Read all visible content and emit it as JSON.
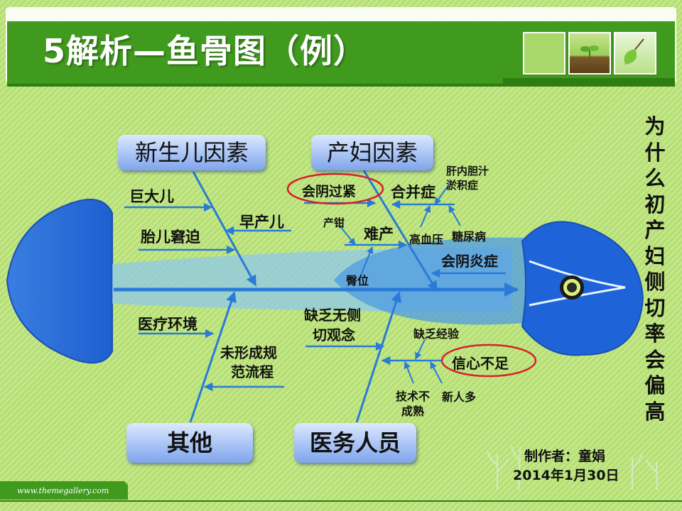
{
  "slide": {
    "title": "5解析—鱼骨图（例）",
    "url": "www.themegallery.com",
    "credit_author": "制作者：童娟",
    "credit_date": "2014年1月30日"
  },
  "side_title": [
    "为",
    "什",
    "么",
    "初",
    "产",
    "妇",
    "侧",
    "切",
    "率",
    "会",
    "偏",
    "高"
  ],
  "categories": {
    "top_left": "新生儿因素",
    "top_right": "产妇因素",
    "bottom_left": "其他",
    "bottom_right": "医务人员"
  },
  "causes": {
    "giant_baby": "巨大儿",
    "fetal_distress": "胎儿窘迫",
    "premature": "早产儿",
    "perineum_tight": "会阴过紧",
    "complication": "合并症",
    "cholestasis_1": "肝内胆汁",
    "cholestasis_2": "淤积症",
    "forceps": "产钳",
    "dystocia": "难产",
    "hypertension": "高血压",
    "diabetes": "糖尿病",
    "perineum_inflam": "会阴炎症",
    "breech": "臀位",
    "medical_env": "医疗环境",
    "no_procedure_1": "未形成规",
    "no_procedure_2": "范流程",
    "lack_concept_1": "缺乏无侧",
    "lack_concept_2": "切观念",
    "lack_experience": "缺乏经验",
    "lack_confidence": "信心不足",
    "skill_1": "技术不",
    "skill_2": "成熟",
    "new_staff": "新人多"
  },
  "colors": {
    "background": "#b8e07a",
    "header_green": "#3f9a1e",
    "fish_blue": "#1e64d8",
    "arrow_blue": "#2a7ad8",
    "highlight_red": "#d8202a"
  }
}
